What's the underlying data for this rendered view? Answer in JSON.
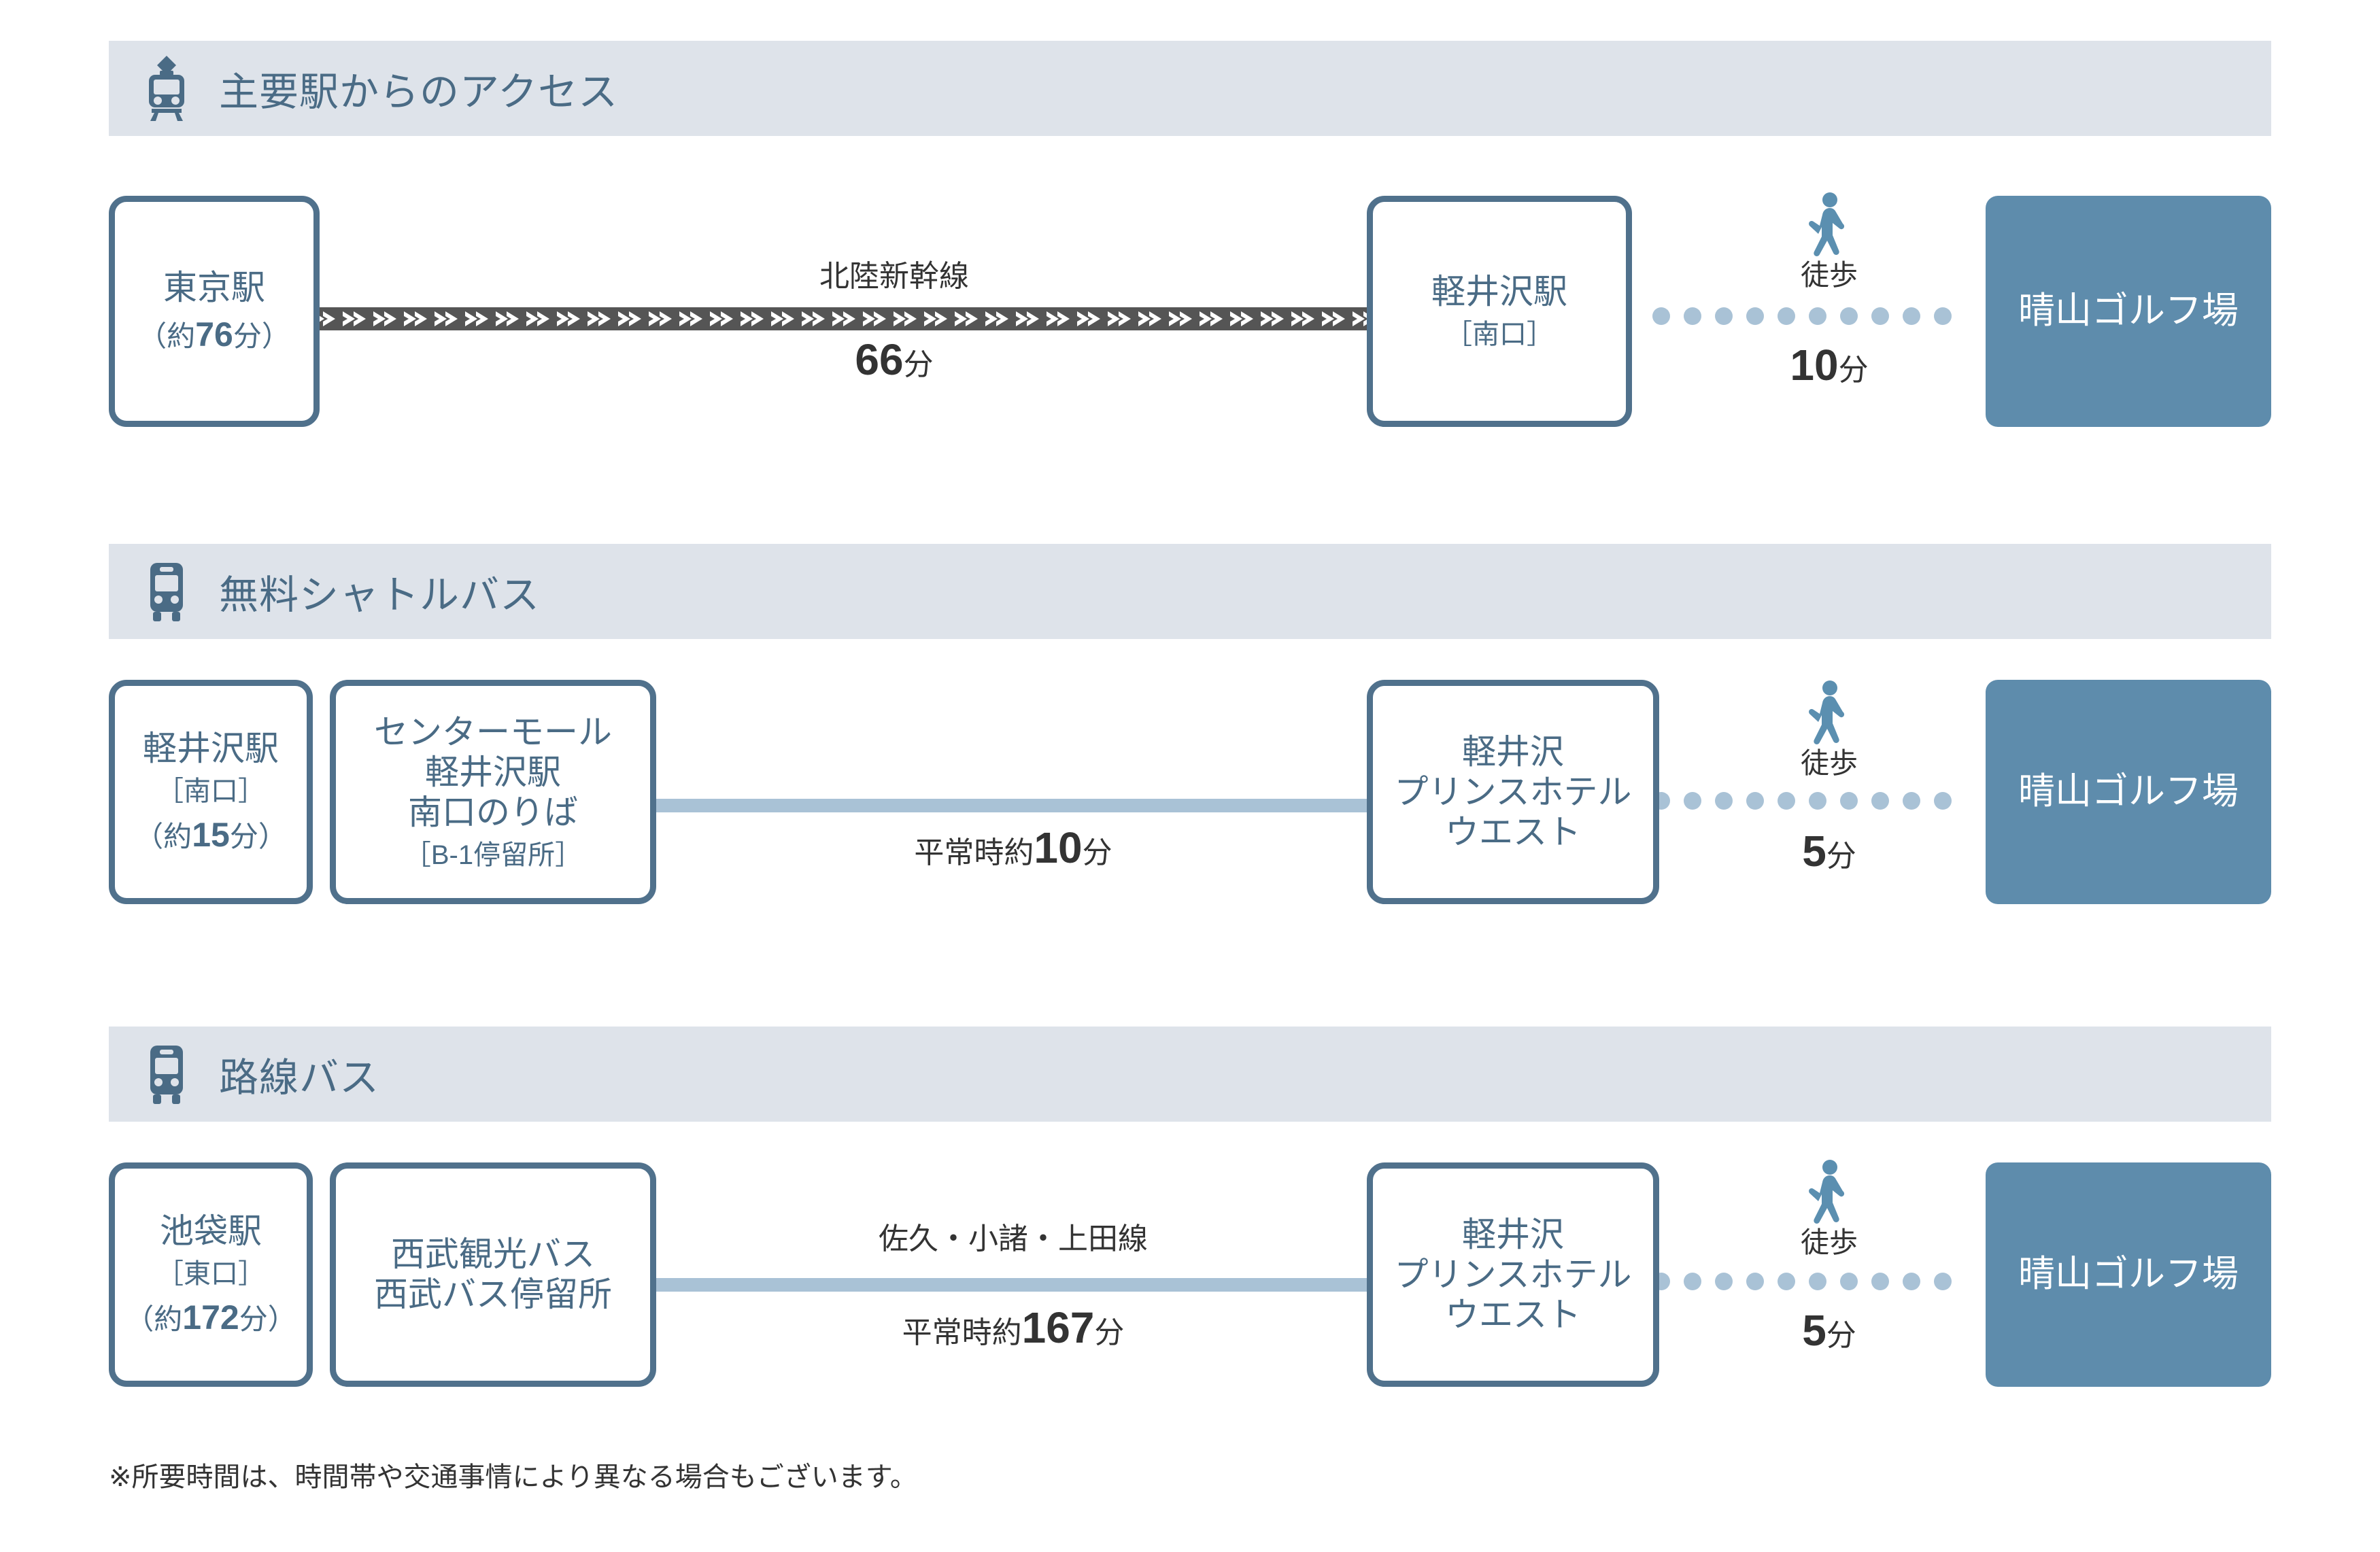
{
  "sections": [
    {
      "icon": "train-icon",
      "title": "主要駅からのアクセス",
      "nodes": {
        "origin": {
          "main": "東京駅",
          "paren_prefix": "（約",
          "paren_num": "76",
          "paren_suffix": "分）"
        },
        "mid": {
          "main": "軽井沢駅",
          "bracket": "［南口］"
        },
        "dest": {
          "main": "晴山ゴルフ場"
        }
      },
      "edge": {
        "above": "北陸新幹線",
        "below_num": "66",
        "below_unit": "分",
        "style": "shinkansen"
      },
      "walk": {
        "icon": "walking-person-icon",
        "word": "徒歩",
        "num": "10",
        "unit": "分"
      }
    },
    {
      "icon": "bus-icon",
      "title": "無料シャトルバス",
      "nodes": {
        "origin": {
          "main": "軽井沢駅",
          "bracket": "［南口］",
          "paren_prefix": "（約",
          "paren_num": "15",
          "paren_suffix": "分）"
        },
        "stop": {
          "line1": "センターモール",
          "line2": "軽井沢駅",
          "line3": "南口のりば",
          "bracket": "［B-1停留所］"
        },
        "mid": {
          "line1": "軽井沢",
          "line2": "プリンスホテル",
          "line3": "ウエスト"
        },
        "dest": {
          "main": "晴山ゴルフ場"
        }
      },
      "edge": {
        "above": "",
        "below_prefix": "平常時約",
        "below_num": "10",
        "below_unit": "分",
        "style": "busline"
      },
      "walk": {
        "icon": "walking-person-icon",
        "word": "徒歩",
        "num": "5",
        "unit": "分"
      }
    },
    {
      "icon": "bus-icon",
      "title": "路線バス",
      "nodes": {
        "origin": {
          "main": "池袋駅",
          "bracket": "［東口］",
          "paren_prefix": "（約",
          "paren_num": "172",
          "paren_suffix": "分）"
        },
        "stop": {
          "line1": "西武観光バス",
          "line2": "西武バス停留所"
        },
        "mid": {
          "line1": "軽井沢",
          "line2": "プリンスホテル",
          "line3": "ウエスト"
        },
        "dest": {
          "main": "晴山ゴルフ場"
        }
      },
      "edge": {
        "above": "佐久・小諸・上田線",
        "below_prefix": "平常時約",
        "below_num": "167",
        "below_unit": "分",
        "style": "busline"
      },
      "walk": {
        "icon": "walking-person-icon",
        "word": "徒歩",
        "num": "5",
        "unit": "分"
      }
    }
  ],
  "footnote": "※所要時間は、時間帯や交通事情により異なる場合もございます。",
  "colors": {
    "header_band": "#DEE3EA",
    "node_border": "#50718C",
    "node_text": "#4A6B85",
    "dest_fill": "#5E8CAC",
    "bus_line": "#A9C2D6",
    "rail_line": "#555555",
    "walk_icon": "#5B8FB0",
    "body_text": "#333333"
  }
}
